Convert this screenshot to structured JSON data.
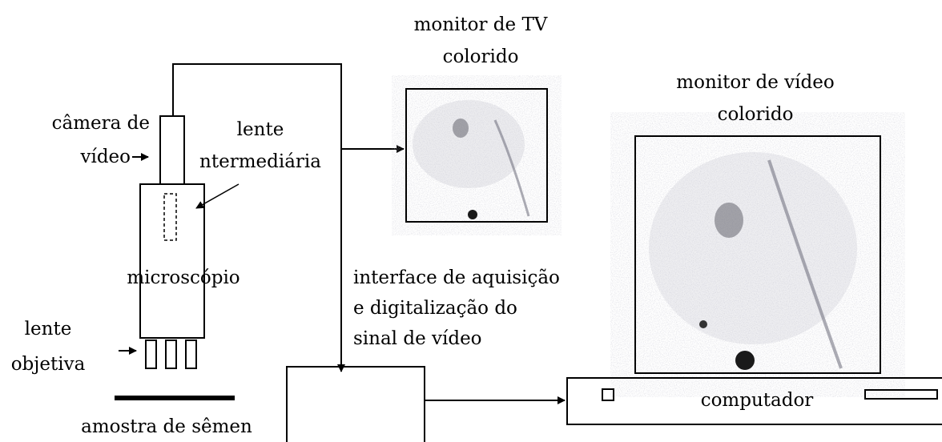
{
  "labels": {
    "tv_monitor": [
      "monitor de TV",
      "colorido"
    ],
    "video_monitor": [
      "monitor de vídeo",
      "colorido"
    ],
    "camera": [
      "câmera de",
      "vídeo"
    ],
    "intermediate_lens": [
      "lente",
      "ntermediária"
    ],
    "microscope": "microscópio",
    "objective_lens": [
      "lente",
      "objetiva"
    ],
    "sample": "amostra de sêmen",
    "interface": [
      "interface de aquisição",
      "e digitalização do",
      "sinal de vídeo"
    ],
    "computer": "computador"
  }
}
